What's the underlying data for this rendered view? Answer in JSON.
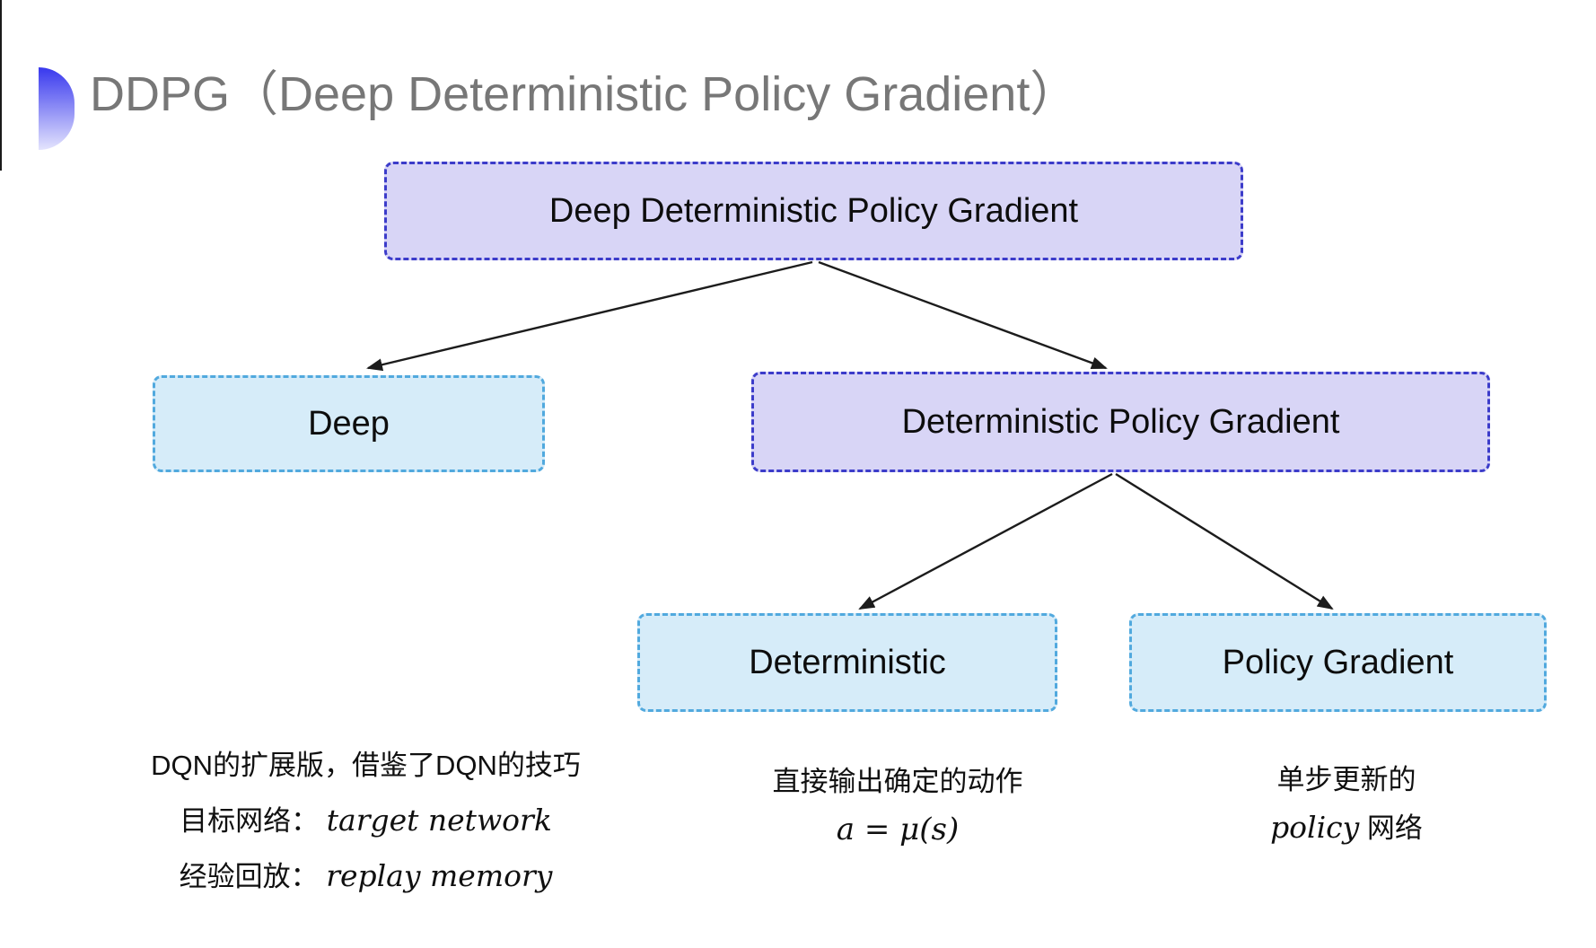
{
  "title": {
    "text": "DDPG（Deep Deterministic Policy Gradient）"
  },
  "tree": {
    "root": {
      "label": "Deep Deterministic Policy Gradient",
      "variant": "purple"
    },
    "deep": {
      "label": "Deep",
      "variant": "cyan"
    },
    "dpg": {
      "label": "Deterministic Policy Gradient",
      "variant": "purple"
    },
    "deterministic": {
      "label": "Deterministic",
      "variant": "cyan"
    },
    "policy_gradient": {
      "label": "Policy Gradient",
      "variant": "cyan"
    }
  },
  "annotations": {
    "dqn": {
      "line1": "DQN的扩展版，借鉴了DQN的技巧",
      "line2_label": "目标网络：",
      "line2_value": "target network",
      "line3_label": "经验回放：",
      "line3_value": "replay memory"
    },
    "deterministic": {
      "line1": "直接输出确定的动作",
      "formula": "a = μ(s)"
    },
    "policy_gradient": {
      "line1": "单步更新的",
      "line2_italic": "policy",
      "line2_rest": " 网络"
    }
  },
  "colors": {
    "purple_fill": "#d8d5f6",
    "purple_border": "#3c3cca",
    "cyan_fill": "#d6ecf9",
    "cyan_border": "#51a9de",
    "arrow": "#1c1c1c",
    "title_gray": "#777777",
    "bullet_top": "#3838ee",
    "bullet_bottom": "#e4e4fd"
  }
}
